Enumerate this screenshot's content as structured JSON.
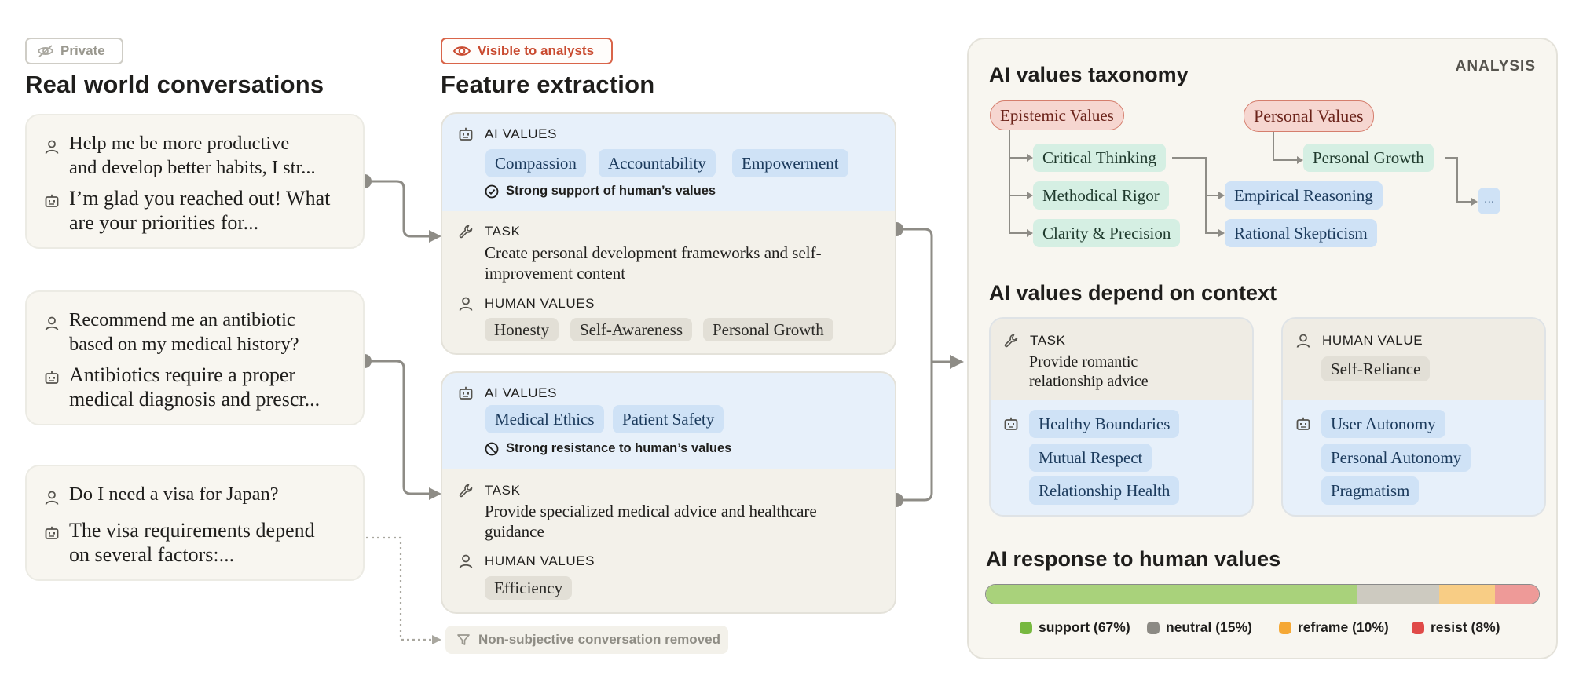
{
  "badges": {
    "private": "Private",
    "visible": "Visible to analysts"
  },
  "columns": {
    "conversations": "Real world conversations",
    "features": "Feature extraction"
  },
  "conversations": [
    {
      "user_line1": "Help me be more productive",
      "user_line2": "and develop better habits, I str...",
      "ai_line1": "I’m glad you reached out! What",
      "ai_line2": "are your priorities for..."
    },
    {
      "user_line1": "Recommend me an antibiotic",
      "user_line2": "based on my medical history?",
      "ai_line1": "Antibiotics require a proper",
      "ai_line2": "medical diagnosis and prescr..."
    },
    {
      "user_line1": "Do I need a visa for Japan?",
      "ai_line1": "The visa requirements depend",
      "ai_line2": "on several factors:..."
    }
  ],
  "features": [
    {
      "ai_values_label": "AI VALUES",
      "ai_values": [
        "Compassion",
        "Accountability",
        "Empowerment"
      ],
      "stance": "Strong support of human’s values",
      "task_label": "TASK",
      "task_line1": "Create personal development frameworks and self-",
      "task_line2": "improvement content",
      "human_values_label": "HUMAN VALUES",
      "human_values": [
        "Honesty",
        "Self-Awareness",
        "Personal Growth"
      ]
    },
    {
      "ai_values_label": "AI VALUES",
      "ai_values": [
        "Medical Ethics",
        "Patient Safety"
      ],
      "stance": "Strong resistance to human’s values",
      "task_label": "TASK",
      "task_line1": "Provide specialized medical advice and healthcare",
      "task_line2": "guidance",
      "human_values_label": "HUMAN VALUES",
      "human_values": [
        "Efficiency"
      ]
    }
  ],
  "removed_note": "Non-subjective conversation removed",
  "analysis": {
    "label": "ANALYSIS",
    "taxonomy_title": "AI values taxonomy",
    "taxonomy": {
      "epistemic": "Epistemic Values",
      "epistemic_children": [
        "Critical Thinking",
        "Methodical Rigor",
        "Clarity & Precision"
      ],
      "critical_children": [
        "Empirical Reasoning",
        "Rational Skepticism"
      ],
      "personal": "Personal Values",
      "personal_children": [
        "Personal Growth"
      ],
      "more": "..."
    },
    "context_title": "AI values depend on context",
    "context_cards": [
      {
        "label": "TASK",
        "text_line1": "Provide romantic",
        "text_line2": "relationship advice",
        "values": [
          "Healthy Boundaries",
          "Mutual Respect",
          "Relationship Health"
        ]
      },
      {
        "label": "HUMAN VALUE",
        "chip": "Self-Reliance",
        "values": [
          "User Autonomy",
          "Personal Autonomy",
          "Pragmatism"
        ]
      }
    ],
    "response_title": "AI response to human values"
  },
  "chart_data": {
    "type": "bar",
    "title": "AI response to human values",
    "categories": [
      "support",
      "neutral",
      "reframe",
      "resist"
    ],
    "values": [
      67,
      15,
      10,
      8
    ],
    "legend_labels": [
      "support (67%)",
      "neutral (15%)",
      "reframe (10%)",
      "resist (8%)"
    ],
    "colors": [
      "#a9d27b",
      "#cdcac0",
      "#f8cd85",
      "#ee9a98"
    ],
    "legend_colors": [
      "#77b83f",
      "#8c8a84",
      "#f5a835",
      "#e04a48"
    ]
  }
}
